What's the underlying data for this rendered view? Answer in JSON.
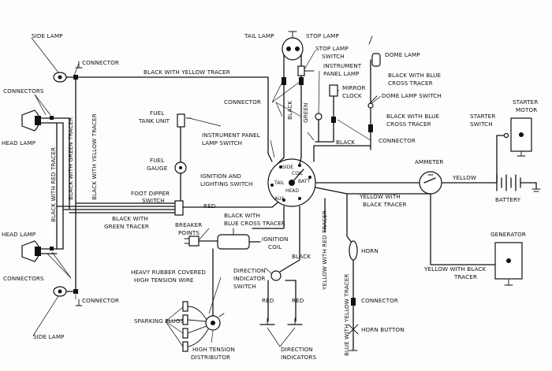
{
  "labels": {
    "side_lamp_top": "SIDE LAMP",
    "connector_top": "CONNECTOR",
    "connectors_left_top": "CONNECTORS",
    "head_lamp_top": "HEAD LAMP",
    "head_lamp_bottom": "HEAD LAMP",
    "connectors_left_bottom": "CONNECTORS",
    "connector_bottom": "CONNECTOR",
    "side_lamp_bottom": "SIDE LAMP",
    "black_with_red_tracer": "BLACK WITH RED TRACER",
    "black_with_green_tracer_vert": "BLACK WITH GREEN TRACER",
    "black_with_yellow_tracer_vert": "BLACK WITH YELLOW TRACER",
    "black_with_yellow_tracer_top": "BLACK WITH YELLOW TRACER",
    "fuel_tank_unit": "FUEL TANK UNIT",
    "fuel_gauge": "FUEL GAUGE",
    "foot_dipper_switch": "FOOT DIPPER SWITCH",
    "black_with_green_tracer": "BLACK WITH GREEN TRACER",
    "red_mid": "RED",
    "tail_lamp": "TAIL LAMP",
    "stop_lamp": "STOP LAMP",
    "stop_lamp_switch": "STOP LAMP SWITCH",
    "instrument_panel_lamp": "INSTRUMENT PANEL LAMP",
    "mirror_clock": "MIRROR CLOCK",
    "dome_lamp": "DOME LAMP",
    "black_with_blue_cross_tracer_top": "BLACK WITH BLUE CROSS TRACER",
    "dome_lamp_switch": "DOME LAMP SWITCH",
    "black_with_blue_cross_tracer_right": "BLACK WITH BLUE CROSS TRACER",
    "connector_mid": "CONNECTOR",
    "black_vert": "BLACK",
    "green_vert": "GREEN",
    "black_right": "BLACK",
    "connector_right": "CONNECTOR",
    "instrument_panel_lamp_switch": "INSTRUMENT PANEL LAMP SWITCH",
    "ignition_and_lighting_switch": "IGNITION AND LIGHTING SWITCH",
    "switch_side": "SIDE",
    "switch_coil": "COIL",
    "switch_tail": "TAIL",
    "switch_batt": "BATT",
    "switch_head": "HEAD",
    "switch_aux": "AUX",
    "ammeter": "AMMETER",
    "yellow": "YELLOW",
    "battery": "BATTERY",
    "starter_switch": "STARTER SWITCH",
    "starter_motor": "STARTER MOTOR",
    "yellow_with_black_tracer": "YELLOW WITH BLACK TRACER",
    "black_with_blue_cross_tracer_mid": "BLACK WITH BLUE CROSS TRACER",
    "breaker_points": "BREAKER POINTS",
    "ignition_coil": "IGNITION COIL",
    "black_mid": "BLACK",
    "yellow_with_red_tracer": "YELLOW WITH RED TRACER",
    "horn": "HORN",
    "generator": "GENERATOR",
    "yellow_with_black_tracer_gen": "YELLOW WITH BLACK TRACER",
    "heavy_rubber_wire": "HEAVY RUBBER COVERED HIGH TENSION WIRE",
    "direction_indicator_switch": "DIRECTION INDICATOR SWITCH",
    "red_left": "RED",
    "red_right": "RED",
    "sparking_plugs": "SPARKING PLUGS",
    "high_tension_distributor": "HIGH TENSION DISTRIBUTOR",
    "direction_indicators": "DIRECTION INDICATORS",
    "blue_with_yellow_tracer": "BLUE WITH YELLOW TRACER",
    "connector_horn": "CONNECTOR",
    "horn_button": "HORN BUTTON"
  }
}
